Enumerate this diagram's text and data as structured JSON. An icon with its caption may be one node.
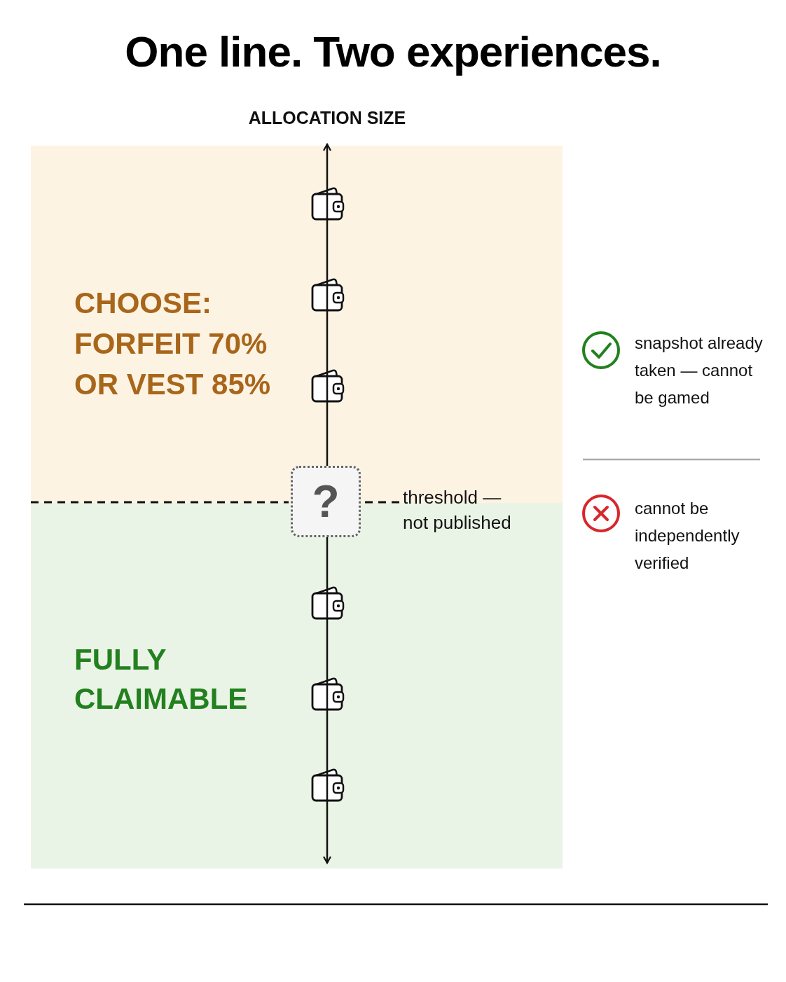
{
  "diagram": {
    "title": "One line. Two experiences.",
    "nodes": [
      {
        "text": [
          "CHOOSE: FORFEIT 70% OR VEST 85%"
        ]
      },
      {
        "text": [
          "FULLY CLAIMABLE"
        ]
      },
      {
        "text": [
          "?"
        ]
      },
      {
        "text": [
          "threshold — not published"
        ]
      }
    ],
    "edges": [
      {
        "from": 3,
        "to": 2,
        "arrow": "none",
        "style": "dashed"
      },
      {
        "from": 2,
        "to": 0,
        "arrow": "to"
      },
      {
        "from": 2,
        "to": 1,
        "arrow": "to"
      }
    ],
    "labels": [
      "ALLOCATION SIZE",
      "snapshot already taken — cannot be gamed",
      "cannot be independently verified"
    ]
  }
}
